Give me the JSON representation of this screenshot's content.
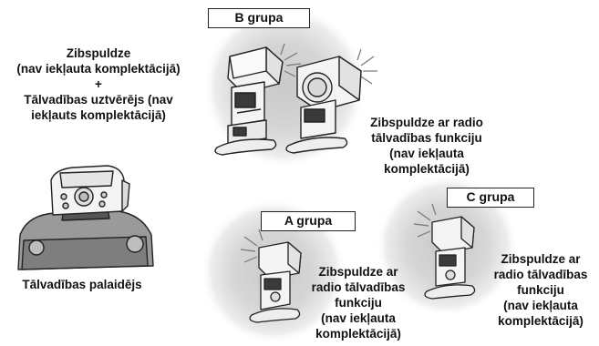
{
  "groups": {
    "b": {
      "label": "B grupa"
    },
    "a": {
      "label": "A grupa"
    },
    "c": {
      "label": "C grupa"
    }
  },
  "left_text": {
    "line1": "Zibspuldze",
    "line2": "(nav iekļauta komplektācijā)",
    "plus": "+",
    "line3": "Tālvadības uztvērējs (nav",
    "line4": "iekļauts komplektācijā)"
  },
  "b_flash_text": {
    "line1": "Zibspuldze ar radio",
    "line2": "tālvadības funkciju",
    "line3": "(nav iekļauta",
    "line4": "komplektācijā)"
  },
  "a_flash_text": {
    "line1": "Zibspuldze ar",
    "line2": "radio tālvadības",
    "line3": "funkciju",
    "line4": "(nav iekļauta",
    "line5": "komplektācijā)"
  },
  "c_flash_text": {
    "line1": "Zibspuldze ar",
    "line2": "radio tālvadības",
    "line3": "funkciju",
    "line4": "(nav iekļauta",
    "line5": "komplektācijā)"
  },
  "commander_label": "Tālvadības palaidējs",
  "colors": {
    "halo_center": "#d2d2d2",
    "halo_edge": "#ffffff",
    "line": "#222222",
    "body_fill": "#f4f4f4",
    "dark_fill": "#3a3a3a"
  }
}
